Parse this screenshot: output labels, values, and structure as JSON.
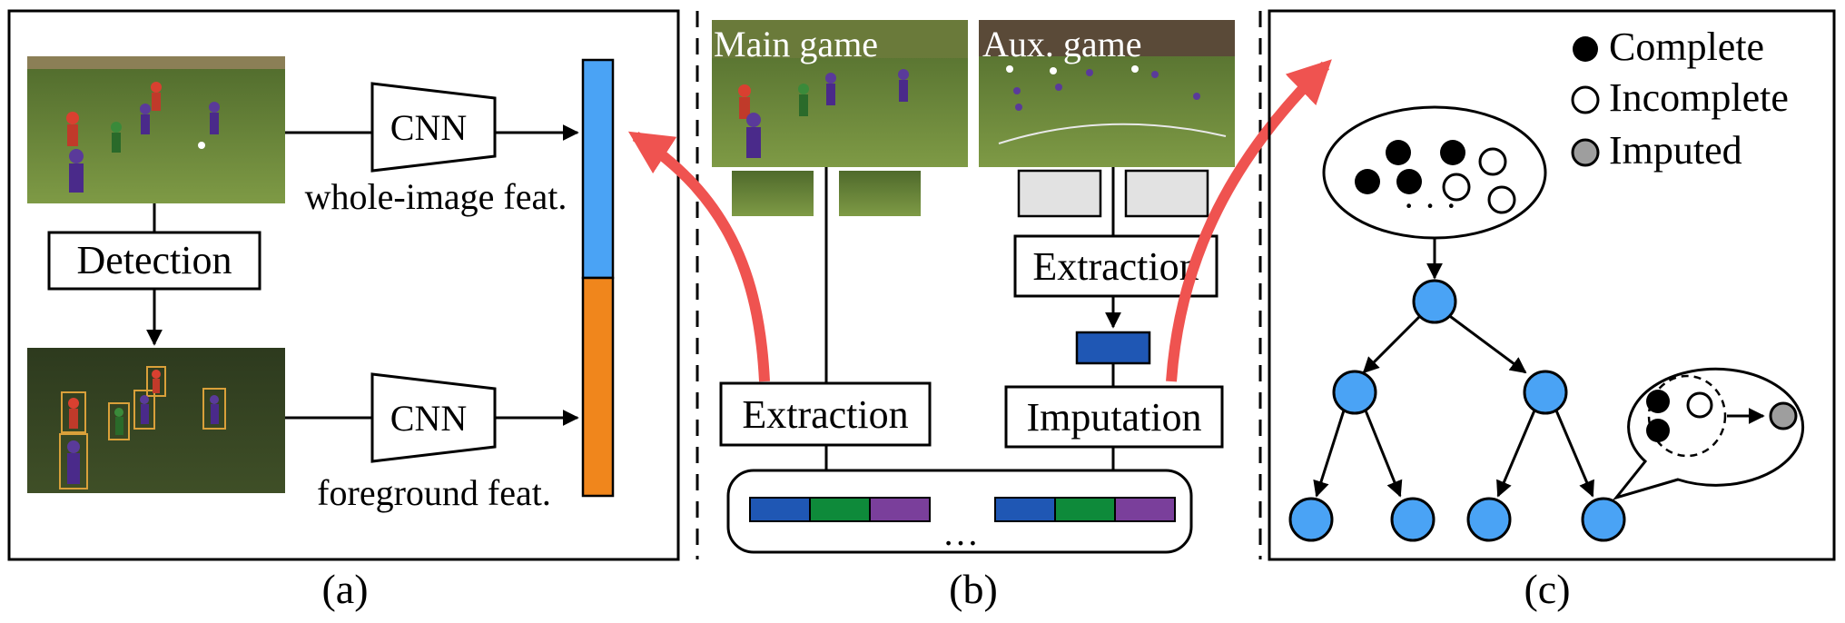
{
  "panel_a": {
    "caption": "(a)",
    "detection_label": "Detection",
    "cnn_top_label": "CNN",
    "cnn_bottom_label": "CNN",
    "whole_image_feat_label": "whole-image feat.",
    "foreground_feat_label": "foreground feat."
  },
  "panel_b": {
    "caption": "(b)",
    "main_game_label": "Main game",
    "aux_game_label": "Aux. game",
    "extraction_left_label": "Extraction",
    "extraction_right_label": "Extraction",
    "imputation_label": "Imputation",
    "ellipsis": "…"
  },
  "panel_c": {
    "caption": "(c)",
    "legend": {
      "complete": "Complete",
      "incomplete": "Incomplete",
      "imputed": "Imputed"
    },
    "ellipsis": "· · ·"
  },
  "colors": {
    "blue_feature": "#4aa3f5",
    "orange_feature": "#f0861c",
    "arrow_red": "#ef5350",
    "node_blue": "#4aa3f5",
    "seg_blue": "#1f57b4",
    "seg_green": "#0e8a3a",
    "seg_purple": "#7a3f9b",
    "imputed_gray": "#9e9e9e",
    "pitch_green": "#6f8a3a"
  }
}
